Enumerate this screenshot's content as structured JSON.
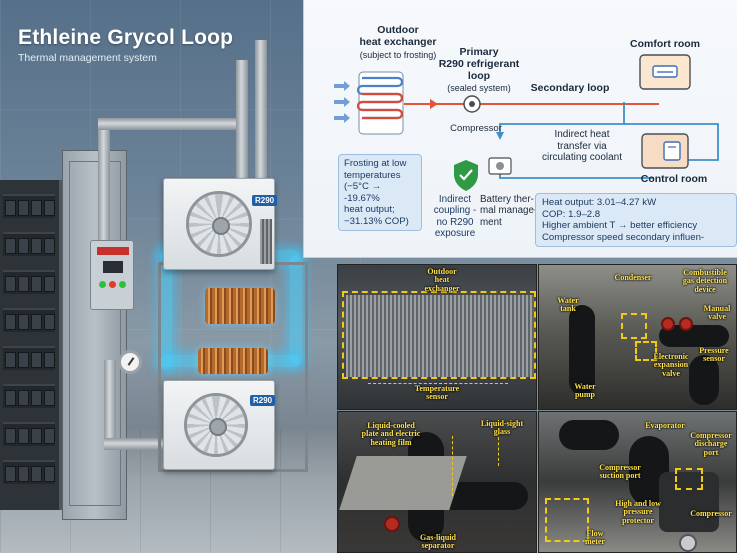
{
  "render": {
    "title": "Ethleine Grycol Loop",
    "subtitle": "Thermal management system",
    "unit_badge": "R290"
  },
  "diagram": {
    "outdoor_hx": {
      "title_line1": "Outdoor",
      "title_line2": "heat exchanger",
      "note": "(subject to frosting)"
    },
    "primary_loop": {
      "line1": "Primary",
      "line2": "R290 refrigerant",
      "line3": "loop",
      "note": "(sealed system)"
    },
    "secondary_loop": "Secondary loop",
    "comfort_room": "Comfort room",
    "control_room": "Control room",
    "compressor": "Compressor",
    "indirect_heat": {
      "line1": "Indirect heat",
      "line2": "transfer via",
      "line3": "circulating coolant"
    },
    "frosting_box": {
      "line1": "Frosting at low",
      "line2": "temperatures",
      "line3": "(−5°C → -19.67%",
      "line4": "heat output;",
      "line5": "−31.13% COP)"
    },
    "indirect_coupling": {
      "line1": "Indirect",
      "line2": "coupling -",
      "line3": "no R290",
      "line4": "exposure"
    },
    "battery": {
      "line1": "Battery ther-",
      "line2": "mal manage-",
      "line3": "ment"
    },
    "perf_box": {
      "line1": "Heat output: 3.01–4.27 kW",
      "line2": "COP: 1.9–2.8",
      "line3": "Higher ambient T → better efficiency",
      "line4": "Compressor speed secondary influen-"
    },
    "colors": {
      "primary_loop": "#e3543a",
      "secondary_loop": "#3f8fc9",
      "check_shield": "#2e9a45"
    }
  },
  "photos": {
    "outdoor": {
      "outdoor_hx_line1": "Outdoor",
      "outdoor_hx_line2": "heat",
      "outdoor_hx_line3": "exchanger",
      "temp_sensor_line1": "Temperature",
      "temp_sensor_line2": "sensor"
    },
    "machinery": {
      "condenser": "Condenser",
      "gas_detect_line1": "Combustible",
      "gas_detect_line2": "gas detection",
      "gas_detect_line3": "device",
      "manual_valve_line1": "Manual",
      "manual_valve_line2": "valve",
      "water_tank_line1": "Water",
      "water_tank_line2": "tank",
      "pressure_sensor_line1": "Pressure",
      "pressure_sensor_line2": "sensor",
      "exp_valve_line1": "Electronic",
      "exp_valve_line2": "expansion",
      "exp_valve_line3": "valve",
      "water_pump_line1": "Water",
      "water_pump_line2": "pump"
    },
    "cooling_plate": {
      "plate_line1": "Liquid-cooled",
      "plate_line2": "plate and electric",
      "plate_line3": "heating film",
      "sight_line1": "Liquid-sight",
      "sight_line2": "glass",
      "separator_line1": "Gas-liquid",
      "separator_line2": "separator"
    },
    "compressor": {
      "evaporator": "Evaporator",
      "discharge_line1": "Compressor",
      "discharge_line2": "discharge",
      "discharge_line3": "port",
      "suction_line1": "Compressor",
      "suction_line2": "suction port",
      "protector_line1": "High and low",
      "protector_line2": "pressure",
      "protector_line3": "protector",
      "compressor": "Compressor",
      "flow_line1": "Flow",
      "flow_line2": "meter"
    }
  }
}
